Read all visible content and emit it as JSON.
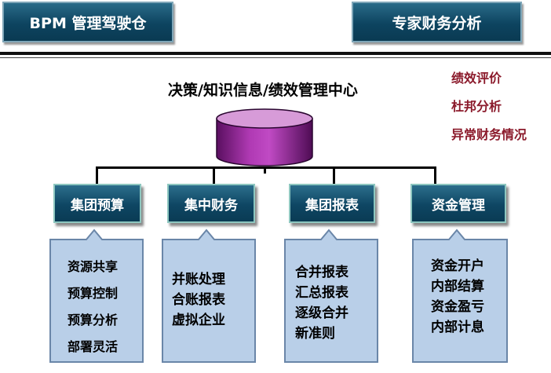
{
  "header": {
    "left_button": "BPM 管理驾驶仓",
    "right_button": "专家财务分析"
  },
  "center_title": "决策/知识信息/绩效管理中心",
  "side_list": [
    "绩效评价",
    "杜邦分析",
    "异常财务情况"
  ],
  "colors": {
    "module_fill": "#0e4663",
    "callout_fill": "#b9cfe8",
    "database_fill": "#8b1f8e",
    "side_text": "#8b1a2b"
  },
  "modules": [
    {
      "title": "集团预算",
      "items": [
        "资源共享",
        "预算控制",
        "预算分析",
        "部署灵活"
      ]
    },
    {
      "title": "集中财务",
      "items": [
        "并账处理",
        "合账报表",
        "虚拟企业"
      ]
    },
    {
      "title": "集团报表",
      "items": [
        "合并报表",
        "汇总报表",
        "逐级合并",
        "新准则"
      ]
    },
    {
      "title": "资金管理",
      "items": [
        "资金开户",
        "内部结算",
        "资金盈亏",
        "内部计息"
      ]
    }
  ]
}
